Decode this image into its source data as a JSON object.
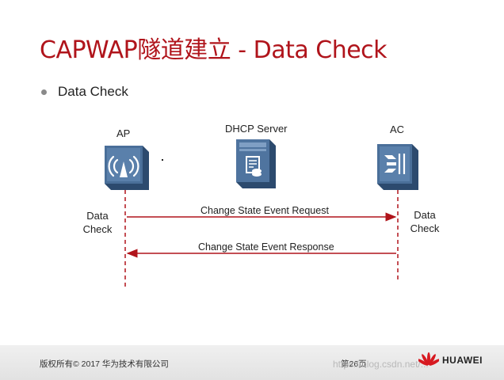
{
  "slide": {
    "title": "CAPWAP隧道建立 - Data Check",
    "bullet": "Data Check"
  },
  "devices": {
    "ap": "AP",
    "dhcp": "DHCP Server",
    "ac": "AC"
  },
  "side_labels": {
    "left": [
      "Data",
      "Check"
    ],
    "right": [
      "Data",
      "Check"
    ]
  },
  "messages": {
    "request": "Change State Event Request",
    "response": "Change State Event Response"
  },
  "footer": {
    "copyright": "版权所有© 2017 华为技术有限公司",
    "page": "第26页",
    "watermark": "https://blog.csdn.net/...",
    "brand": "HUAWEI"
  },
  "colors": {
    "title": "#b0141b",
    "arrow": "#b0141b",
    "device_fill": "#3d5f86",
    "brand_red": "#d71920"
  },
  "icons": [
    "wireless-ap-icon",
    "dhcp-server-icon",
    "access-controller-icon",
    "huawei-logo-icon"
  ]
}
